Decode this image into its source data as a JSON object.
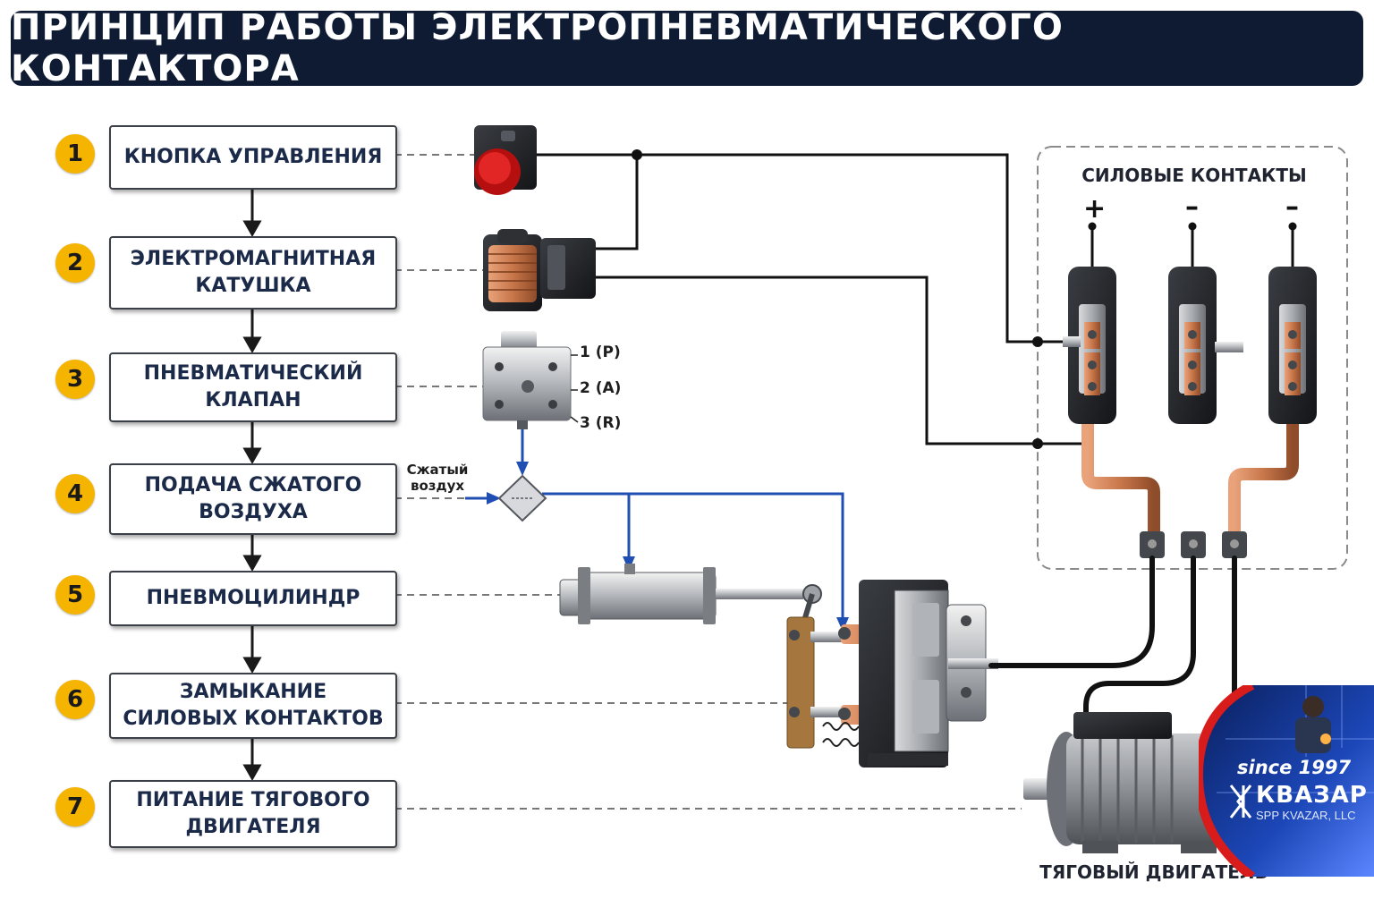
{
  "title": "ПРИНЦИП РАБОТЫ ЭЛЕКТРОПНЕВМАТИЧЕСКОГО КОНТАКТОРА",
  "steps": [
    {
      "number": "1",
      "label": "КНОПКА УПРАВЛЕНИЯ"
    },
    {
      "number": "2",
      "label": "ЭЛЕКТРОМАГНИТНАЯ\nКАТУШКА"
    },
    {
      "number": "3",
      "label": "ПНЕВМАТИЧЕСКИЙ\nКЛАПАН"
    },
    {
      "number": "4",
      "label": "ПОДАЧА СЖАТОГО\nВОЗДУХА"
    },
    {
      "number": "5",
      "label": "ПНЕВМОЦИЛИНДР"
    },
    {
      "number": "6",
      "label": "ЗАМЫКАНИЕ\nСИЛОВЫХ КОНТАКТОВ"
    },
    {
      "number": "7",
      "label": "ПИТАНИЕ ТЯГОВОГО\nДВИГАТЕЛЯ"
    }
  ],
  "valve_ports": [
    "1 (P)",
    "2 (A)",
    "3 (R)"
  ],
  "air_label": "Сжатый\nвоздух",
  "power_contacts": {
    "title": "СИЛОВЫЕ КОНТАКТЫ",
    "polarities": [
      "+",
      "–",
      "–"
    ]
  },
  "motor_label": "ТЯГОВЫЙ ДВИГАТЕЛЬ",
  "badge": {
    "since": "since 1997",
    "brand": "КВАЗАР",
    "company": "SPP KVAZAR, LLC"
  },
  "colors": {
    "title_bg": "#0e1b33",
    "step_number": "#f5b400",
    "air_line": "#1f4fb3",
    "copper": "#c8764a",
    "wire": "#111111"
  }
}
